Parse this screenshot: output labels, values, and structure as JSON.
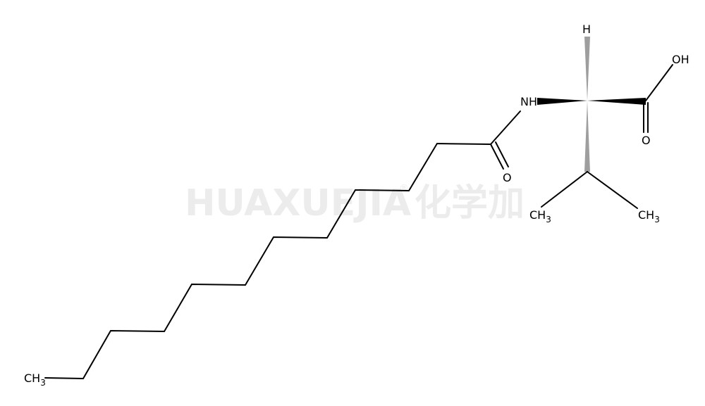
{
  "watermark": {
    "text": "HUAXUEJIA",
    "registered": "®",
    "cn_text": "化学加",
    "color": "#ececec"
  },
  "atoms": {
    "h": "H",
    "oh": "OH",
    "nh": "NH",
    "o_amide": "O",
    "o_acid": "O",
    "ch3_chain": {
      "main": "CH",
      "sub": "3"
    },
    "ch3_left": {
      "main": "CH",
      "sub": "3"
    },
    "ch3_right": {
      "main": "CH",
      "sub": "3"
    }
  }
}
